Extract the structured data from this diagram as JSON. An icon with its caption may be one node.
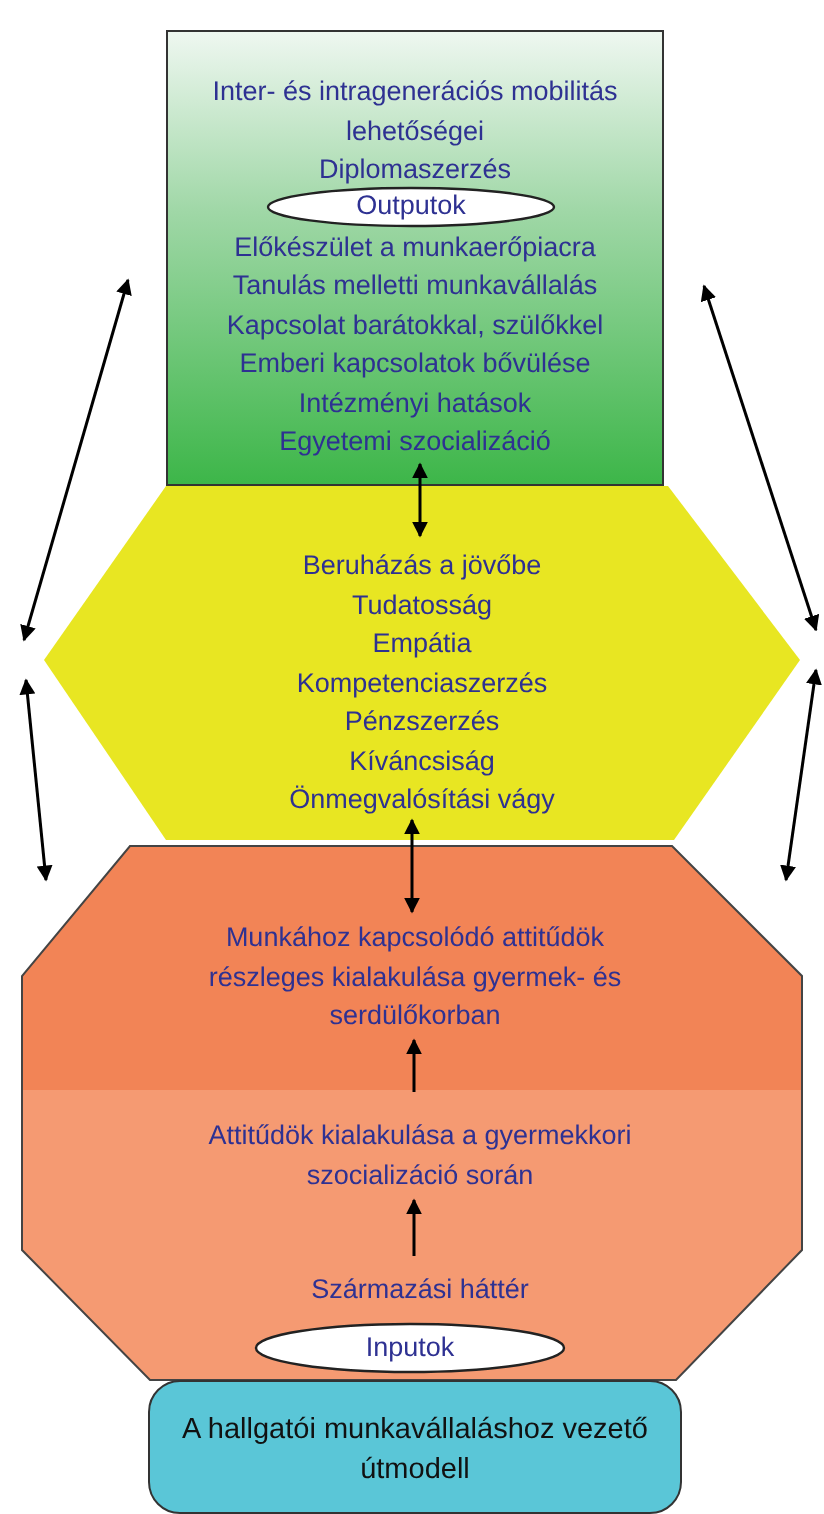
{
  "diagram": {
    "nodes": [
      {
        "text": [
          "Inter- és intragenerációs mobilitás lehetőségei",
          "Diplomaszerzés",
          "Előkészület a munkaerőpiacra",
          "Tanulás melletti munkavállalás",
          "Kapcsolat barátokkal, szülőkkel",
          "Emberi kapcsolatok bővülése",
          "Intézményi hatások",
          "Egyetemi szocializáció"
        ]
      },
      {
        "text": [
          "Outputok"
        ],
        "in": 0
      },
      {
        "text": [
          "Beruházás a jövőbe",
          "Tudatosság",
          "Empátia",
          "Kompetenciaszerzés",
          "Pénzszerzés",
          "Kíváncsiság",
          "Önmegvalósítási vágy"
        ]
      },
      {
        "text": [],
        "shape": "octagon"
      },
      {
        "text": [
          "Munkához kapcsolódó attitűdök részleges kialakulása gyermek- és serdülőkorban"
        ],
        "in": 3
      },
      {
        "text": [
          "Attitűdök kialakulása a gyermekkori szocializáció során"
        ],
        "in": 3
      },
      {
        "text": [
          "Származási háttér"
        ],
        "in": 3
      },
      {
        "text": [
          "Inputok"
        ],
        "in": 3
      },
      {
        "text": [
          "A hallgatói munkavállaláshoz vezető útmodell"
        ]
      }
    ],
    "edges": [
      {
        "from": 2,
        "to": 0,
        "arrow": "both"
      },
      {
        "from": 2,
        "to": 4,
        "arrow": "both"
      },
      {
        "from": 5,
        "to": 4,
        "arrow": "to"
      },
      {
        "from": 6,
        "to": 5,
        "arrow": "to"
      },
      {
        "from": 2,
        "to": 0,
        "arrow": "both"
      },
      {
        "from": 2,
        "to": 3,
        "arrow": "both"
      },
      {
        "from": 2,
        "to": 0,
        "arrow": "both"
      },
      {
        "from": 2,
        "to": 3,
        "arrow": "both"
      }
    ]
  }
}
